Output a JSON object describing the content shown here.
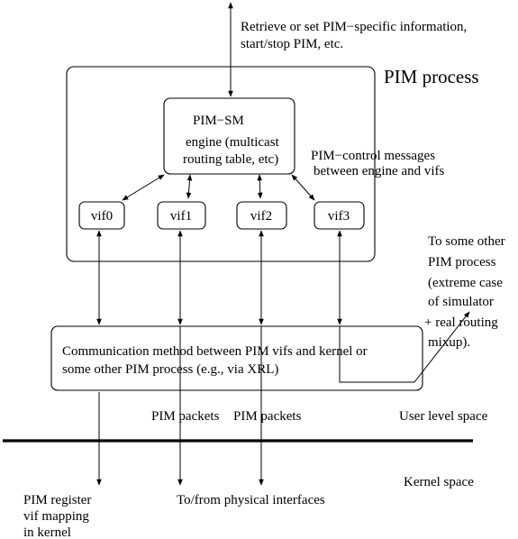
{
  "top_note": {
    "line1": "Retrieve or set PIM−specific information,",
    "line2": "start/stop PIM, etc."
  },
  "process_title": "PIM process",
  "engine": {
    "line1": "PIM−SM",
    "line2": "engine (multicast",
    "line3": "routing table, etc)"
  },
  "control_note": {
    "line1": "PIM−control messages",
    "line2": "between engine and vifs"
  },
  "vifs": [
    "vif0",
    "vif1",
    "vif2",
    "vif3"
  ],
  "other_process_note": {
    "line1": "To some other",
    "line2": "PIM process",
    "line3": "(extreme case",
    "line4": "of simulator",
    "line5": "+ real routing",
    "line6": "mixup)."
  },
  "comm_box": {
    "line1": "Communication method between PIM vifs and kernel or",
    "line2": "some other PIM process (e.g., via XRL)"
  },
  "packets": [
    "PIM packets",
    "PIM packets"
  ],
  "user_space": "User level space",
  "kernel_space": "Kernel space",
  "kernel_note": {
    "line1": "PIM register",
    "line2": "vif mapping",
    "line3": "in kernel"
  },
  "physical_note": "To/from physical interfaces"
}
